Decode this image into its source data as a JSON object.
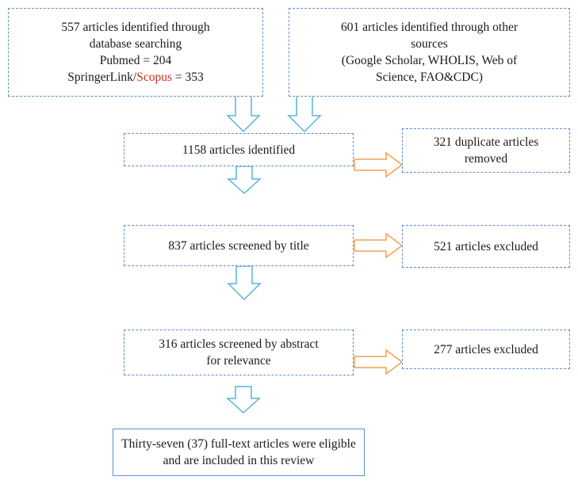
{
  "diagram": {
    "box_database": {
      "line1": "557 articles identified through",
      "line2": "database searching",
      "line3": "Pubmed = 204",
      "line4_a": "SpringerLink/",
      "line4_b": "Scopus",
      "line4_c": " = 353"
    },
    "box_other": {
      "line1": "601 articles identified through other",
      "line2": "sources",
      "line3": "(Google Scholar, WHOLIS, Web of",
      "line4": "Science, FAO&CDC)"
    },
    "box_identified": {
      "text": "1158 articles identified"
    },
    "box_duplicates": {
      "line1": "321 duplicate articles",
      "line2": "removed"
    },
    "box_title": {
      "text": "837 articles screened by title"
    },
    "box_excluded_title": {
      "text": "521 articles excluded"
    },
    "box_abstract": {
      "line1": "316 articles screened by abstract",
      "line2": "for relevance"
    },
    "box_excluded_abstract": {
      "text": "277 articles excluded"
    },
    "box_final": {
      "line1": "Thirty-seven (37) full-text articles were eligible",
      "line2": "and are included in this review"
    }
  },
  "colors": {
    "box_border": "#5b8fd0",
    "down_arrow": "#5ab4d6",
    "right_arrow": "#f0a050",
    "highlight": "#d42a20"
  }
}
